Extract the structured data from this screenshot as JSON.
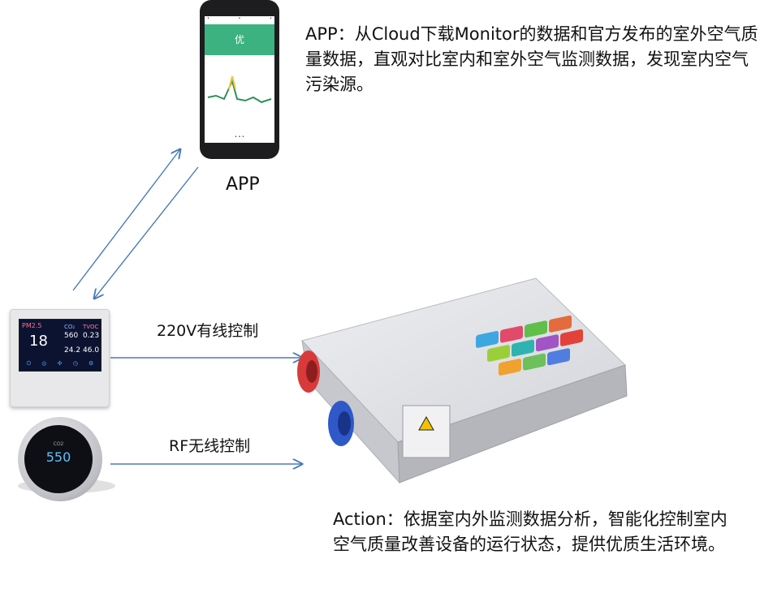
{
  "app_description": "APP：从Cloud下载Monitor的数据和官方发布的室外空气质量数据，直观对比室内和室外空气监测数据，发现室内空气污染源。",
  "app_label": "APP",
  "wired_label": "220V有线控制",
  "rf_label": "RF无线控制",
  "action_description": "Action：依据室内外监测数据分析，智能化控制室内空气质量改善设备的运行状态，提供优质生活环境。",
  "panel": {
    "pm_label": "PM2.5",
    "pm_value": "18",
    "co2_label": "CO₂",
    "co2_value": "560",
    "tvoc_label": "TVOC",
    "tvoc_value": "0.23",
    "temp_value": "24.2",
    "humidity_value": "46.0"
  },
  "sensor": {
    "title": "CO2",
    "value": "550"
  },
  "phone": {
    "quality": "优"
  },
  "colors": {
    "arrow": "#4a7ab8",
    "inlet_red": "#d83a3a",
    "outlet_blue": "#2f58c8",
    "unit_body": "#dcdde1"
  }
}
